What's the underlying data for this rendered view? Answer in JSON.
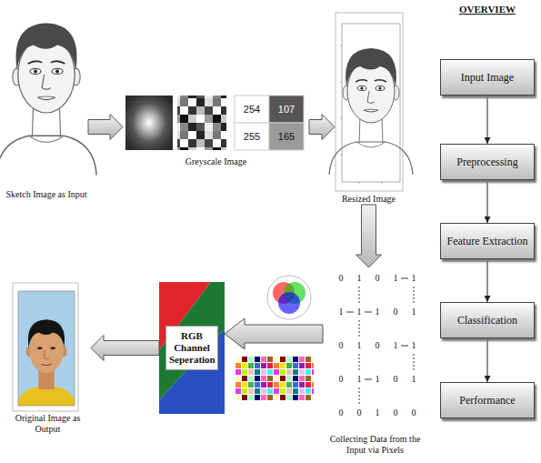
{
  "diagram": {
    "title": "OVERVIEW",
    "nodes": [
      {
        "text": [
          "Sketch Image as Input"
        ]
      },
      {
        "text": [
          "Greyscale Image"
        ]
      },
      {
        "text": [
          "Resized Image"
        ]
      },
      {
        "text": [
          "Collecting Data from the Input via Pixels"
        ]
      },
      {
        "text": [
          "RGB Channel Seperation"
        ]
      },
      {
        "text": [
          "Original Image as Output"
        ]
      },
      {
        "text": [
          "Input Image"
        ]
      },
      {
        "text": [
          "Preprocessing"
        ]
      },
      {
        "text": [
          "Feature Extraction"
        ]
      },
      {
        "text": [
          "Classification"
        ]
      },
      {
        "text": [
          "Performance"
        ]
      }
    ],
    "edges": [
      {
        "from": 0,
        "to": 1,
        "arrow": "to"
      },
      {
        "from": 1,
        "to": 2,
        "arrow": "to"
      },
      {
        "from": 2,
        "to": 3,
        "arrow": "to"
      },
      {
        "from": 3,
        "to": 4,
        "arrow": "to"
      },
      {
        "from": 4,
        "to": 5,
        "arrow": "to"
      },
      {
        "from": 6,
        "to": 7,
        "arrow": "to"
      },
      {
        "from": 7,
        "to": 8,
        "arrow": "to"
      },
      {
        "from": 8,
        "to": 9,
        "arrow": "to"
      },
      {
        "from": 9,
        "to": 10,
        "arrow": "to"
      }
    ],
    "labels": [
      "254",
      "107",
      "255",
      "165",
      "0",
      "1",
      "0",
      "1",
      "1",
      "1",
      "1",
      "1",
      "0",
      "1",
      "0",
      "1",
      "0",
      "1",
      "1",
      "0",
      "1",
      "1",
      "0",
      "1",
      "0",
      "0",
      "1",
      "0",
      "0"
    ]
  }
}
